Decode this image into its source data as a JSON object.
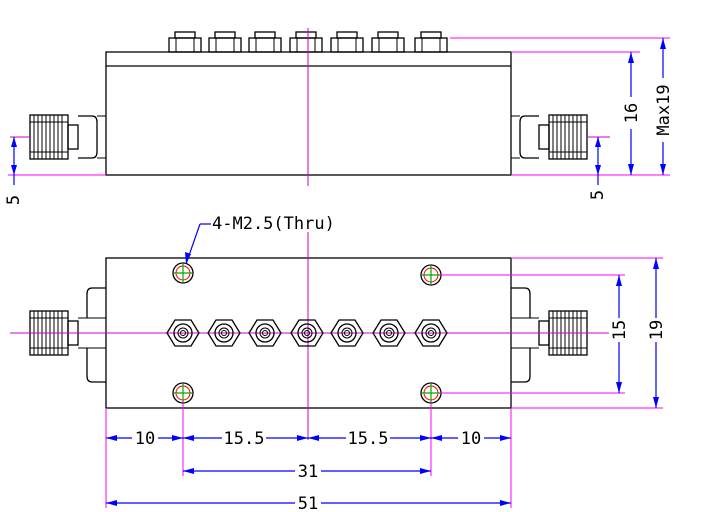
{
  "title": "",
  "top_view": {
    "connector_offset_left": "5",
    "connector_offset_right": "5",
    "body_height": "16",
    "max_height": "Max19"
  },
  "bottom_view": {
    "hole_callout": "4-M2.5(Thru)",
    "hole_spacing_vertical": "15",
    "body_width_vertical": "19",
    "dim_edge_left": "10",
    "dim_half_left": "15.5",
    "dim_half_right": "15.5",
    "dim_edge_right": "10",
    "dim_hole_spacing": "31",
    "dim_overall_length": "51"
  },
  "colors": {
    "outline": "#000000",
    "dimension": "#0000ff",
    "extension": "#ff00ff",
    "hole_mark": "#00aa00",
    "hole_ring": "#ff0000"
  }
}
